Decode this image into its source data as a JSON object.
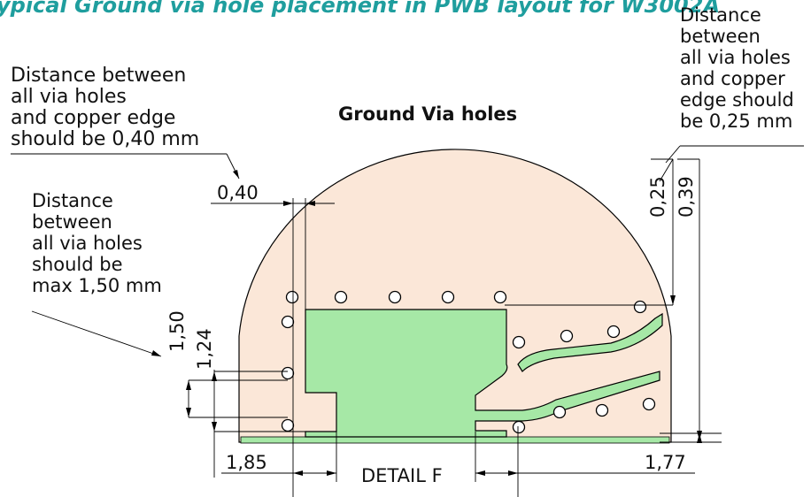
{
  "title": "ypical Ground via hole placement in PWB layout for W3002A",
  "labels": {
    "ground_via_holes": "Ground Via holes",
    "detail": "DETAIL F",
    "edge_040_lines": [
      "Distance between",
      "all via holes",
      "and copper edge",
      "should be 0,40 mm"
    ],
    "max_150_lines": [
      "Distance",
      "between",
      "all via holes",
      "should be",
      "max 1,50 mm"
    ],
    "edge_025_lines": [
      "Distance",
      "between",
      "all via holes",
      "and copper",
      "edge should",
      "be 0,25 mm"
    ]
  },
  "dimensions": {
    "d040": "0,40",
    "d025": "0,25",
    "d039": "0,39",
    "d150": "1,50",
    "d124": "1,24",
    "d185": "1,85",
    "d177": "1,77"
  },
  "colors": {
    "title": "#1f9e9e",
    "substrate": "#fbe7d8",
    "copper": "#a6e8a6",
    "outline": "#000000"
  }
}
